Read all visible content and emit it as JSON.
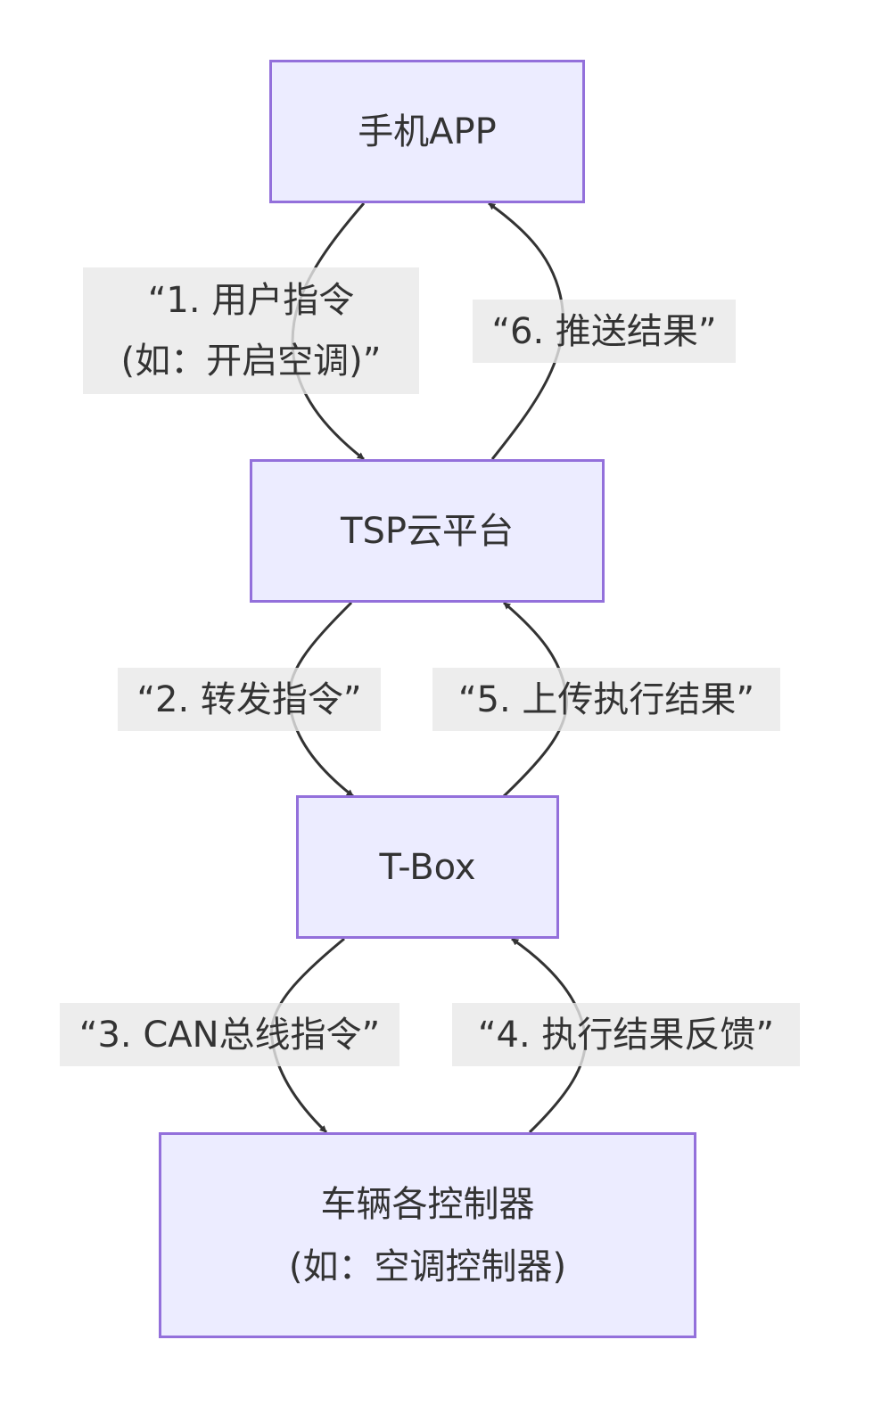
{
  "diagram": {
    "type": "flowchart",
    "direction": "top-to-bottom",
    "colors": {
      "node_fill": "#ECECFF",
      "node_stroke": "#9370DB",
      "edge": "#333333",
      "label_bg": "#E8E8E8",
      "text": "#333333"
    },
    "nodes": {
      "app": {
        "label": "手机APP"
      },
      "tsp": {
        "label": "TSP云平台"
      },
      "tbox": {
        "label": "T-Box"
      },
      "ecu": {
        "label": "车辆各控制器\n(如：空调控制器)"
      }
    },
    "edges": [
      {
        "from": "app",
        "to": "tsp",
        "label": "“1. 用户指令\n(如：开启空调)”"
      },
      {
        "from": "tsp",
        "to": "tbox",
        "label": "“2. 转发指令”"
      },
      {
        "from": "tbox",
        "to": "ecu",
        "label": "“3. CAN总线指令”"
      },
      {
        "from": "ecu",
        "to": "tbox",
        "label": "“4. 执行结果反馈”"
      },
      {
        "from": "tbox",
        "to": "tsp",
        "label": "“5. 上传执行结果”"
      },
      {
        "from": "tsp",
        "to": "app",
        "label": "“6. 推送结果”"
      }
    ]
  }
}
